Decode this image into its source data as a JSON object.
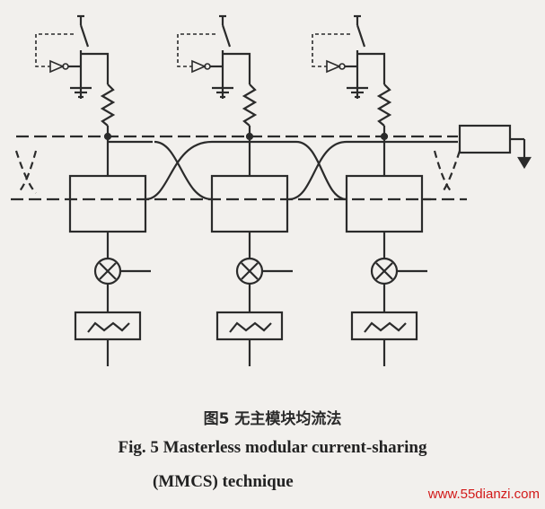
{
  "caption": {
    "cn": "图5  无主模块均流法",
    "en_line1": "Fig. 5   Masterless modular current-sharing",
    "en_line2": "(MMCS) technique"
  },
  "watermark": "www.55dianzi.com",
  "colors": {
    "line": "#2b2b2b",
    "background": "#f2f0ed",
    "watermark": "#d21a1a"
  }
}
